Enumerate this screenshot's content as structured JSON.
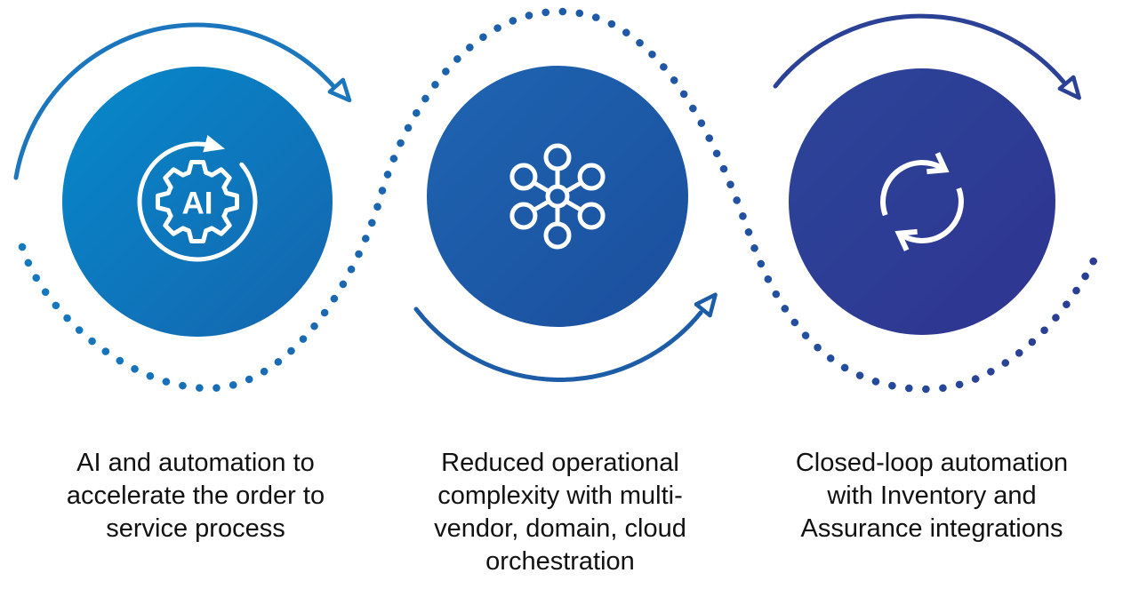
{
  "steps": [
    {
      "id": "ai-automation",
      "icon": "ai-gear-icon",
      "caption": "AI and automation to\naccelerate the order to\nservice process"
    },
    {
      "id": "reduced-complexity",
      "icon": "network-hub-icon",
      "caption": "Reduced operational\ncomplexity with multi-\nvendor, domain, cloud\norchestration"
    },
    {
      "id": "closed-loop",
      "icon": "sync-arrows-icon",
      "caption": "Closed-loop automation\nwith Inventory and\nAssurance integrations"
    }
  ],
  "icons": {
    "ai_label": "AI"
  },
  "colors": {
    "circle1_start": "#0689cb",
    "circle1_end": "#1565ae",
    "circle2_start": "#1e65b1",
    "circle2_end": "#1b4e9d",
    "circle3_start": "#2b4599",
    "circle3_end": "#2f3490",
    "arc1": "#1b76bd",
    "arc2": "#1d5ca7",
    "arc3": "#2b4195",
    "dotted_start": "#137ac1",
    "dotted_mid": "#1e5ca8",
    "dotted_end": "#2b3b92",
    "caption_text": "#111111",
    "icon_stroke": "#ffffff"
  }
}
